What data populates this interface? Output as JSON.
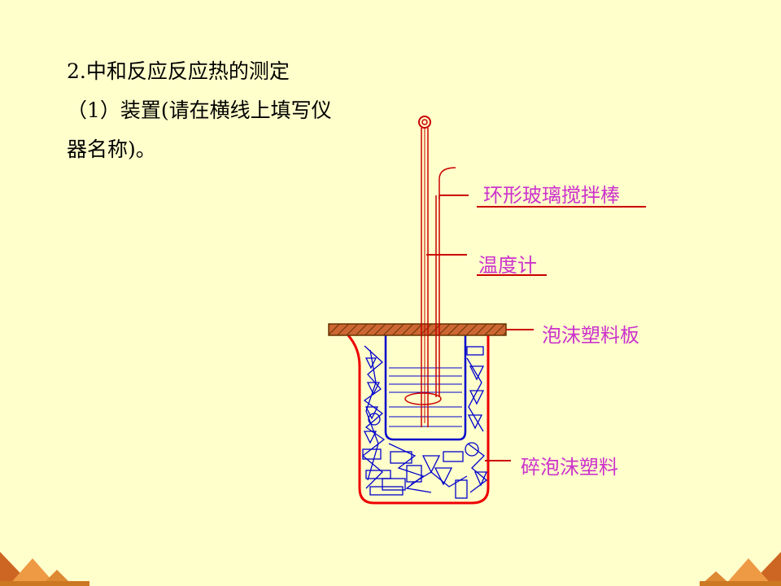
{
  "heading": {
    "line1": "2.中和反应反应热的测定",
    "line2": "（1）装置(请在横线上填写仪",
    "line3": "器名称)。"
  },
  "labels": {
    "stirrer": "环形玻璃搅拌棒",
    "thermometer": "温度计",
    "foam_board": "泡沫塑料板",
    "foam_pieces": "碎泡沫塑料"
  },
  "colors": {
    "background": "#FFFFCC",
    "label_text": "#CC33CC",
    "leader_line": "#CC0000",
    "beaker_outer": "#EE0000",
    "beaker_inner": "#0000CC",
    "board_fill": "#CC6633",
    "corner_decor": "#DD8833"
  }
}
